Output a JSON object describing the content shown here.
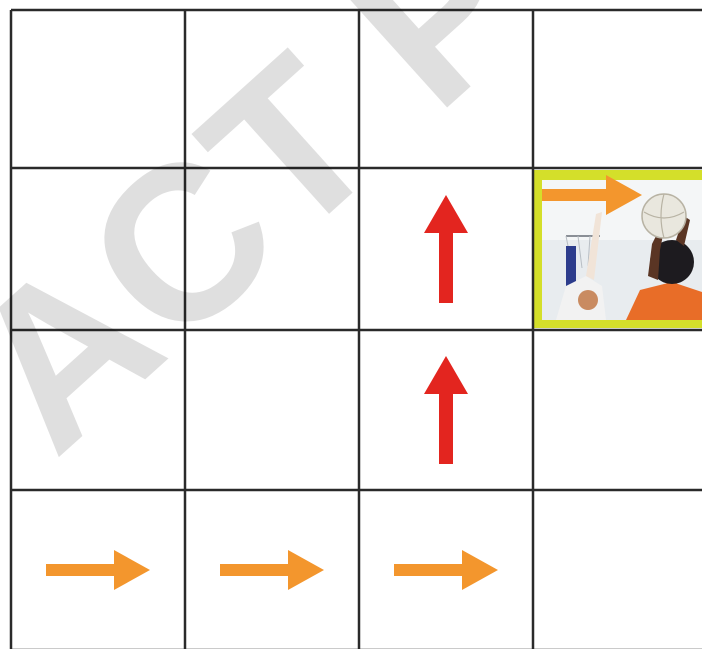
{
  "grid": {
    "rows": 4,
    "cols": 4
  },
  "colors": {
    "line": "#2a2a2a",
    "arrow_right": "#f3962d",
    "arrow_up": "#e3251f",
    "highlight_border": "#d4df2a",
    "watermark": "#000000",
    "background": "#ffffff"
  },
  "watermark": {
    "text": "ACT P",
    "icon": "watermark-text"
  },
  "arrows": [
    {
      "row": 1,
      "col": 2,
      "dir": "up",
      "icon": "arrow-up-icon"
    },
    {
      "row": 2,
      "col": 2,
      "dir": "up",
      "icon": "arrow-up-icon"
    },
    {
      "row": 3,
      "col": 0,
      "dir": "right",
      "icon": "arrow-right-icon"
    },
    {
      "row": 3,
      "col": 1,
      "dir": "right",
      "icon": "arrow-right-icon"
    },
    {
      "row": 3,
      "col": 2,
      "dir": "right",
      "icon": "arrow-right-icon"
    },
    {
      "row": 1,
      "col": 3,
      "dir": "right",
      "icon": "arrow-right-icon"
    }
  ],
  "goal": {
    "row": 1,
    "col": 3,
    "icon": "netball-photo-icon"
  }
}
